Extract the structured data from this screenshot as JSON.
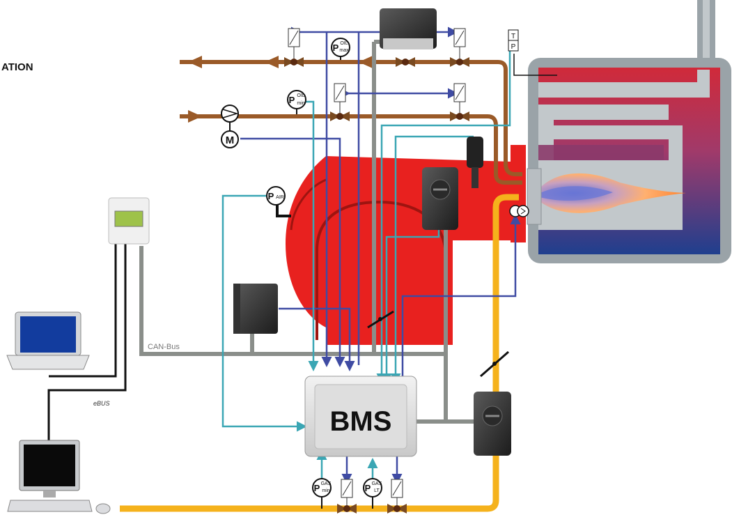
{
  "heading": "ATION",
  "canbus_label": "CAN-Bus",
  "ebus_label": "eBUS",
  "controller_label": "BMS",
  "motor_label": "M",
  "temp_sensor": {
    "top": "T",
    "bottom": "P"
  },
  "sensors": {
    "oil_max": {
      "main": "P",
      "sub_top": "OIL",
      "sub_bottom": "max"
    },
    "oil_min": {
      "main": "P",
      "sub_top": "OIL",
      "sub_bottom": "min"
    },
    "air": {
      "main": "P",
      "sub_top": "AIR",
      "sub_bottom": ""
    },
    "gas_min": {
      "main": "P",
      "sub_top": "GAS",
      "sub_bottom": "min"
    },
    "gas_lt": {
      "main": "P",
      "sub_top": "GAS",
      "sub_bottom": "LT"
    }
  },
  "colors": {
    "oil_line": "#9a5a28",
    "gas_line": "#f5b21c",
    "bus_line": "#8a8e8a",
    "signal_blue": "#3f4ba3",
    "signal_teal": "#3aa6b4",
    "burner_red": "#e8211f",
    "boiler_gray": "#9aa3a8"
  }
}
